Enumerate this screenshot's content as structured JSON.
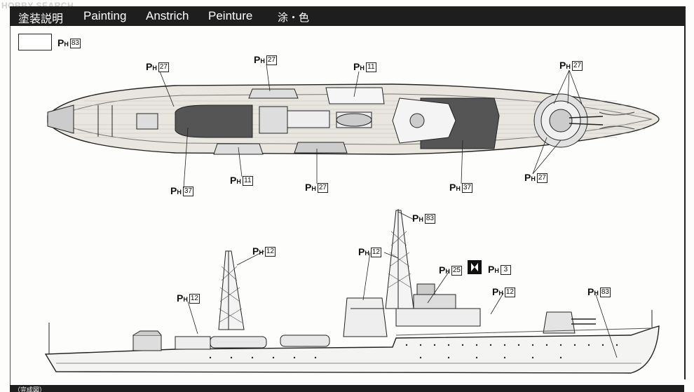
{
  "watermark": {
    "hobby": "HOBBY",
    "search": "SEARCH"
  },
  "header": {
    "jp": "塗装説明",
    "en": "Painting",
    "de": "Anstrich",
    "fr": "Peinture",
    "jp2": "涂・色"
  },
  "footer": {
    "text": "（完成図）"
  },
  "paint_prefix": {
    "p": "P",
    "h": "H"
  },
  "labels": {
    "swatch_code": "83",
    "top_stern_deck": "27",
    "top_boat": "27",
    "top_bridge_deck": "11",
    "top_bow": "27",
    "top_left_deck": "37",
    "top_boat_lower": "11",
    "top_boat_center": "27",
    "top_right_deck": "37",
    "top_turret": "27",
    "side_mainmast": "12",
    "side_stack": "12",
    "side_foremast_top": "83",
    "side_aft_gun": "12",
    "side_bridge": "25",
    "side_flag": "3",
    "side_fwd_gun": "12",
    "side_hull": "83"
  }
}
